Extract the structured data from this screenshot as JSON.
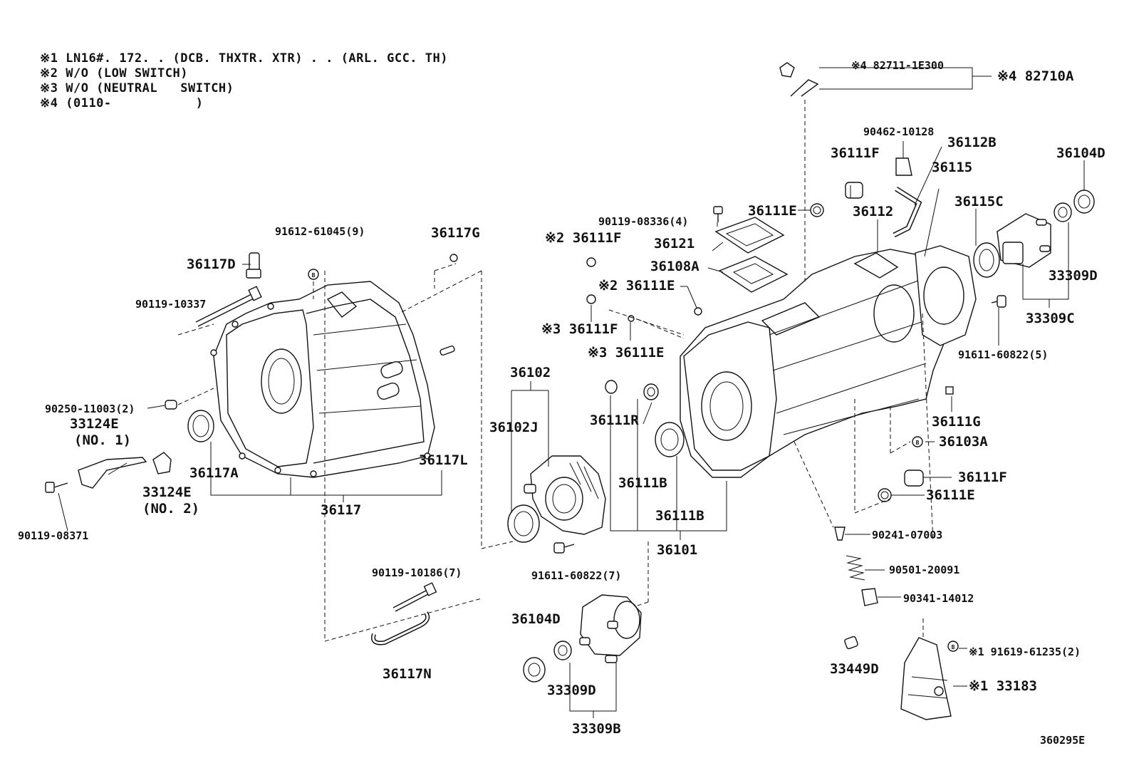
{
  "notes": [
    {
      "mark": "※1",
      "text": "LN16#. 172. . (DCB. THXTR. XTR) . . (ARL. GCC. TH)"
    },
    {
      "mark": "※2",
      "text": "W/O (LOW SWITCH)"
    },
    {
      "mark": "※3",
      "text": "W/O (NEUTRAL   SWITCH)"
    },
    {
      "mark": "※4",
      "text": "(0110-           )"
    }
  ],
  "ref_code": "360295E",
  "labels": {
    "l_82711": "※4  82711-1E300",
    "l_82710A": "※4 82710A",
    "l_90462": "90462-10128",
    "l_36112B": "36112B",
    "l_36115": "36115",
    "l_36104D_r": "36104D",
    "l_36111F_t": "36111F",
    "l_36111E_t": "36111E",
    "l_36112": "36112",
    "l_36115C": "36115C",
    "l_33309D_r": "33309D",
    "l_33309C": "33309C",
    "l_91611_5": "91611-60822(5)",
    "l_90119_08336": "90119-08336(4)",
    "l_36121": "36121",
    "l_36108A": "36108A",
    "l_n2_36111F": "※2 36111F",
    "l_n2_36111E": "※2 36111E",
    "l_n3_36111F": "※3 36111F",
    "l_n3_36111E": "※3 36111E",
    "l_91612": "91612-61045(9)",
    "l_36117G": "36117G",
    "l_36117D": "36117D",
    "l_90119_10337": "90119-10337",
    "l_90250": "90250-11003(2)",
    "l_33124E_1": "33124E",
    "l_no1": "(NO. 1)",
    "l_36117A": "36117A",
    "l_33124E_2": "33124E",
    "l_no2": "(NO. 2)",
    "l_90119_08371": "90119-08371",
    "l_36117": "36117",
    "l_36117L": "36117L",
    "l_36102": "36102",
    "l_36102J": "36102J",
    "l_91611_7": "91611-60822(7)",
    "l_36111R": "36111R",
    "l_36111B_1": "36111B",
    "l_36111B_2": "36111B",
    "l_36101": "36101",
    "l_36111G": "36111G",
    "l_36103A": "36103A",
    "l_36111F_r": "36111F",
    "l_36111E_r": "36111E",
    "l_90241": "90241-07003",
    "l_90501": "90501-20091",
    "l_90341": "90341-14012",
    "l_90119_10186": "90119-10186(7)",
    "l_36117N": "36117N",
    "l_36104D_b": "36104D",
    "l_33309D_b": "33309D",
    "l_33309B": "33309B",
    "l_33449D": "33449D",
    "l_n1_91619": "※1 91619-61235(2)",
    "l_n1_33183": "※1 33183"
  }
}
